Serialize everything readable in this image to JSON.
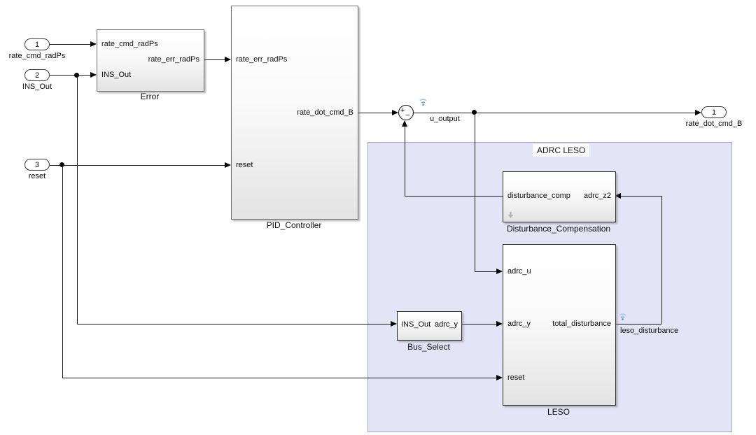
{
  "area": {
    "label": "ADRC LESO"
  },
  "inports": {
    "p1": {
      "num": "1",
      "label": "rate_cmd_radPs"
    },
    "p2": {
      "num": "2",
      "label": "INS_Out"
    },
    "p3": {
      "num": "3",
      "label": "reset"
    }
  },
  "outports": {
    "p1": {
      "num": "1",
      "label": "rate_dot_cmd_B"
    }
  },
  "blocks": {
    "error": {
      "title": "Error",
      "in1": "rate_cmd_radPs",
      "in2": "INS_Out",
      "out1": "rate_err_radPs"
    },
    "pid": {
      "title": "PID_Controller",
      "in1": "rate_err_radPs",
      "in2": "reset",
      "out1": "rate_dot_cmd_B"
    },
    "dc": {
      "title": "Disturbance_Compensation",
      "out1": "disturbance_comp",
      "in1": "adrc_z2"
    },
    "bus": {
      "title": "Bus_Select",
      "in1": "INS_Out",
      "out1": "adrc_y"
    },
    "leso": {
      "title": "LESO",
      "in1": "adrc_u",
      "in2": "adrc_y",
      "in3": "reset",
      "out1": "total_disturbance"
    }
  },
  "sum": {
    "plus": "+",
    "minus": "−"
  },
  "signals": {
    "u_output": "u_output",
    "leso_disturbance": "leso_disturbance"
  },
  "icons": {
    "badge": "signal-logging-wifi",
    "variant": "gray-down-arrow"
  },
  "colors": {
    "area_fill": "#E4E4F7",
    "area_border": "#A3A3CC",
    "wire": "#1A1A1A",
    "badge_blue": "#5B9BD5"
  }
}
